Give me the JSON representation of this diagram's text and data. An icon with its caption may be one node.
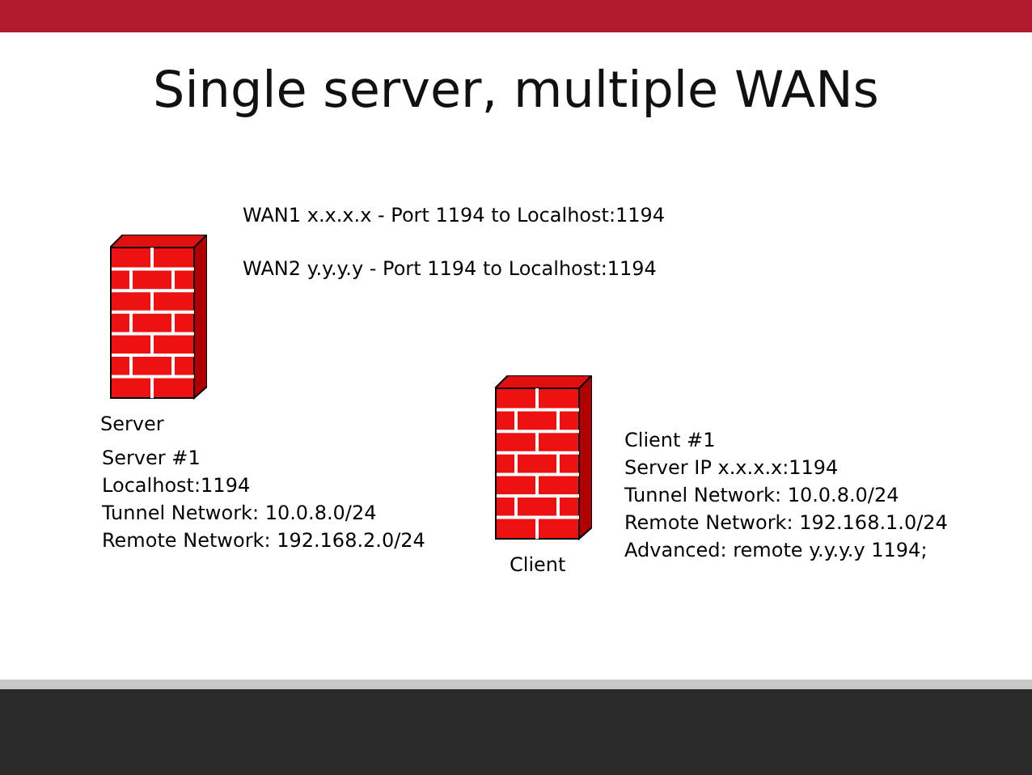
{
  "diagram": {
    "title": "Single server, multiple WANs",
    "nodes": [
      {
        "text": [
          "Server"
        ],
        "beside": [
          "Server #1",
          "Localhost:1194",
          "Tunnel Network: 10.0.8.0/24",
          "Remote Network: 192.168.2.0/24"
        ]
      },
      {
        "text": [
          "Client"
        ],
        "beside": [
          "Client #1",
          "Server IP x.x.x.x:1194",
          "Tunnel Network: 10.0.8.0/24",
          "Remote Network: 192.168.1.0/24",
          "Advanced: remote y.y.y.y 1194;"
        ]
      }
    ],
    "edges": [],
    "labels": [
      "WAN1 x.x.x.x - Port 1194 to Localhost:1194",
      "WAN2 y.y.y.y - Port 1194 to Localhost:1194"
    ]
  }
}
